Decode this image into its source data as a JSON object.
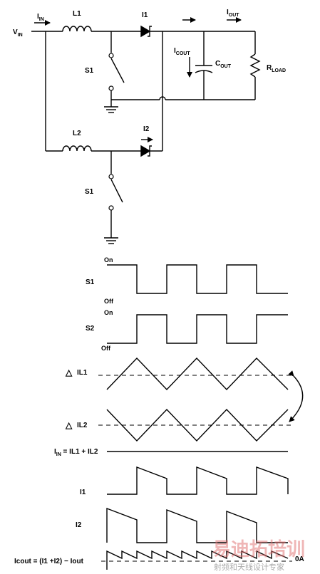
{
  "circuit": {
    "vin": {
      "main": "V",
      "sub": "IN"
    },
    "iin": {
      "main": "I",
      "sub": "IN"
    },
    "l1": "L1",
    "l2": "L2",
    "i1": "I1",
    "i2": "I2",
    "s1_top": "S1",
    "s1_bottom": "S1",
    "iout": {
      "main": "I",
      "sub": "OUT"
    },
    "icout": {
      "main": "I",
      "sub": "COUT"
    },
    "cout": {
      "main": "C",
      "sub": "OUT"
    },
    "rload": {
      "main": "R",
      "sub": "LOAD"
    }
  },
  "waveforms": {
    "s1": {
      "label": "S1",
      "on": "On",
      "off": "Off"
    },
    "s2": {
      "label": "S2",
      "on": "On",
      "off": "Off"
    },
    "il1": {
      "symbol": "△",
      "label": "IL1"
    },
    "il2": {
      "symbol": "△",
      "label": "IL2"
    },
    "iin_sum": {
      "main": "I",
      "sub": "IN",
      "rest": " = IL1 + IL2"
    },
    "i1": "I1",
    "i2": "I2",
    "icout": "Icout = (I1 +I2) − Iout",
    "zero": "0A"
  },
  "watermark": {
    "title": "易迪拓培训",
    "subtitle": "射频和天线设计专家"
  }
}
